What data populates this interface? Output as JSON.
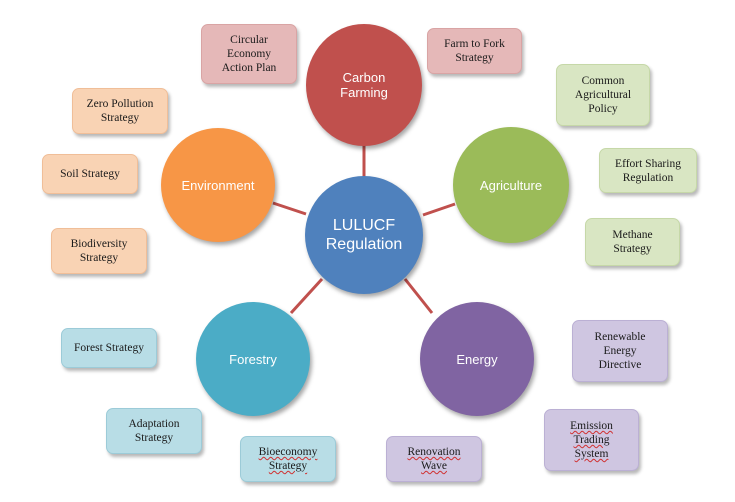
{
  "center": {
    "label": "LULUCF\nRegulation",
    "color": "#4f81bd"
  },
  "hubs": [
    {
      "key": "carbon",
      "label": "Carbon\nFarming",
      "color": "#c0504d"
    },
    {
      "key": "agriculture",
      "label": "Agriculture",
      "color": "#9bbb59"
    },
    {
      "key": "energy",
      "label": "Energy",
      "color": "#8064a2"
    },
    {
      "key": "forestry",
      "label": "Forestry",
      "color": "#4bacc6"
    },
    {
      "key": "environment",
      "label": "Environment",
      "color": "#f79646"
    }
  ],
  "boxes": {
    "circular": "Circular\nEconomy\nAction Plan",
    "farm_to_fork": "Farm to Fork\nStrategy",
    "cap": "Common\nAgricultural\nPolicy",
    "effort_sharing": "Effort Sharing\nRegulation",
    "methane": "Methane\nStrategy",
    "renewable": "Renewable\nEnergy\nDirective",
    "emission": "Emission\nTrading\nSystem",
    "renovation": "Renovation\nWave",
    "bioeconomy": "Bioeconomy\nStrategy",
    "adaptation": "Adaptation\nStrategy",
    "forest": "Forest Strategy",
    "biodiversity": "Biodiversity\nStrategy",
    "soil": "Soil Strategy",
    "zero_pollution": "Zero Pollution\nStrategy"
  },
  "connector_color": "#c0504d"
}
